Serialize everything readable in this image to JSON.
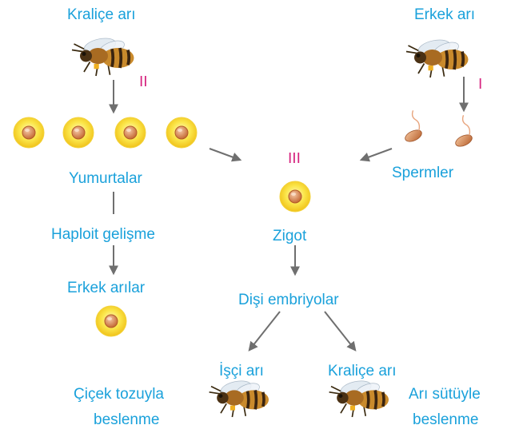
{
  "labels": {
    "queen_top": "Kraliçe arı",
    "male_top": "Erkek arı",
    "eggs": "Yumurtalar",
    "haploid": "Haploit gelişme",
    "male_bees": "Erkek arılar",
    "sperm": "Spermler",
    "zygote": "Zigot",
    "female_embryos": "Dişi embriyolar",
    "worker": "İşçi arı",
    "queen_bottom": "Kraliçe arı",
    "pollen_1": "Çiçek tozuyla",
    "pollen_2": "beslenme",
    "royal_1": "Arı sütüyle",
    "royal_2": "beslenme"
  },
  "markers": {
    "I": "I",
    "II": "II",
    "III": "III"
  },
  "icons": {
    "bee": "honeybee-icon",
    "cell": "cell-icon",
    "sperm": "sperm-icon"
  },
  "colors": {
    "label": "#1aa1db",
    "marker": "#d6247f",
    "arrow": "#6f6f6f",
    "cell_outer": "#f7d631",
    "cell_nucleus": "#d98a54"
  }
}
